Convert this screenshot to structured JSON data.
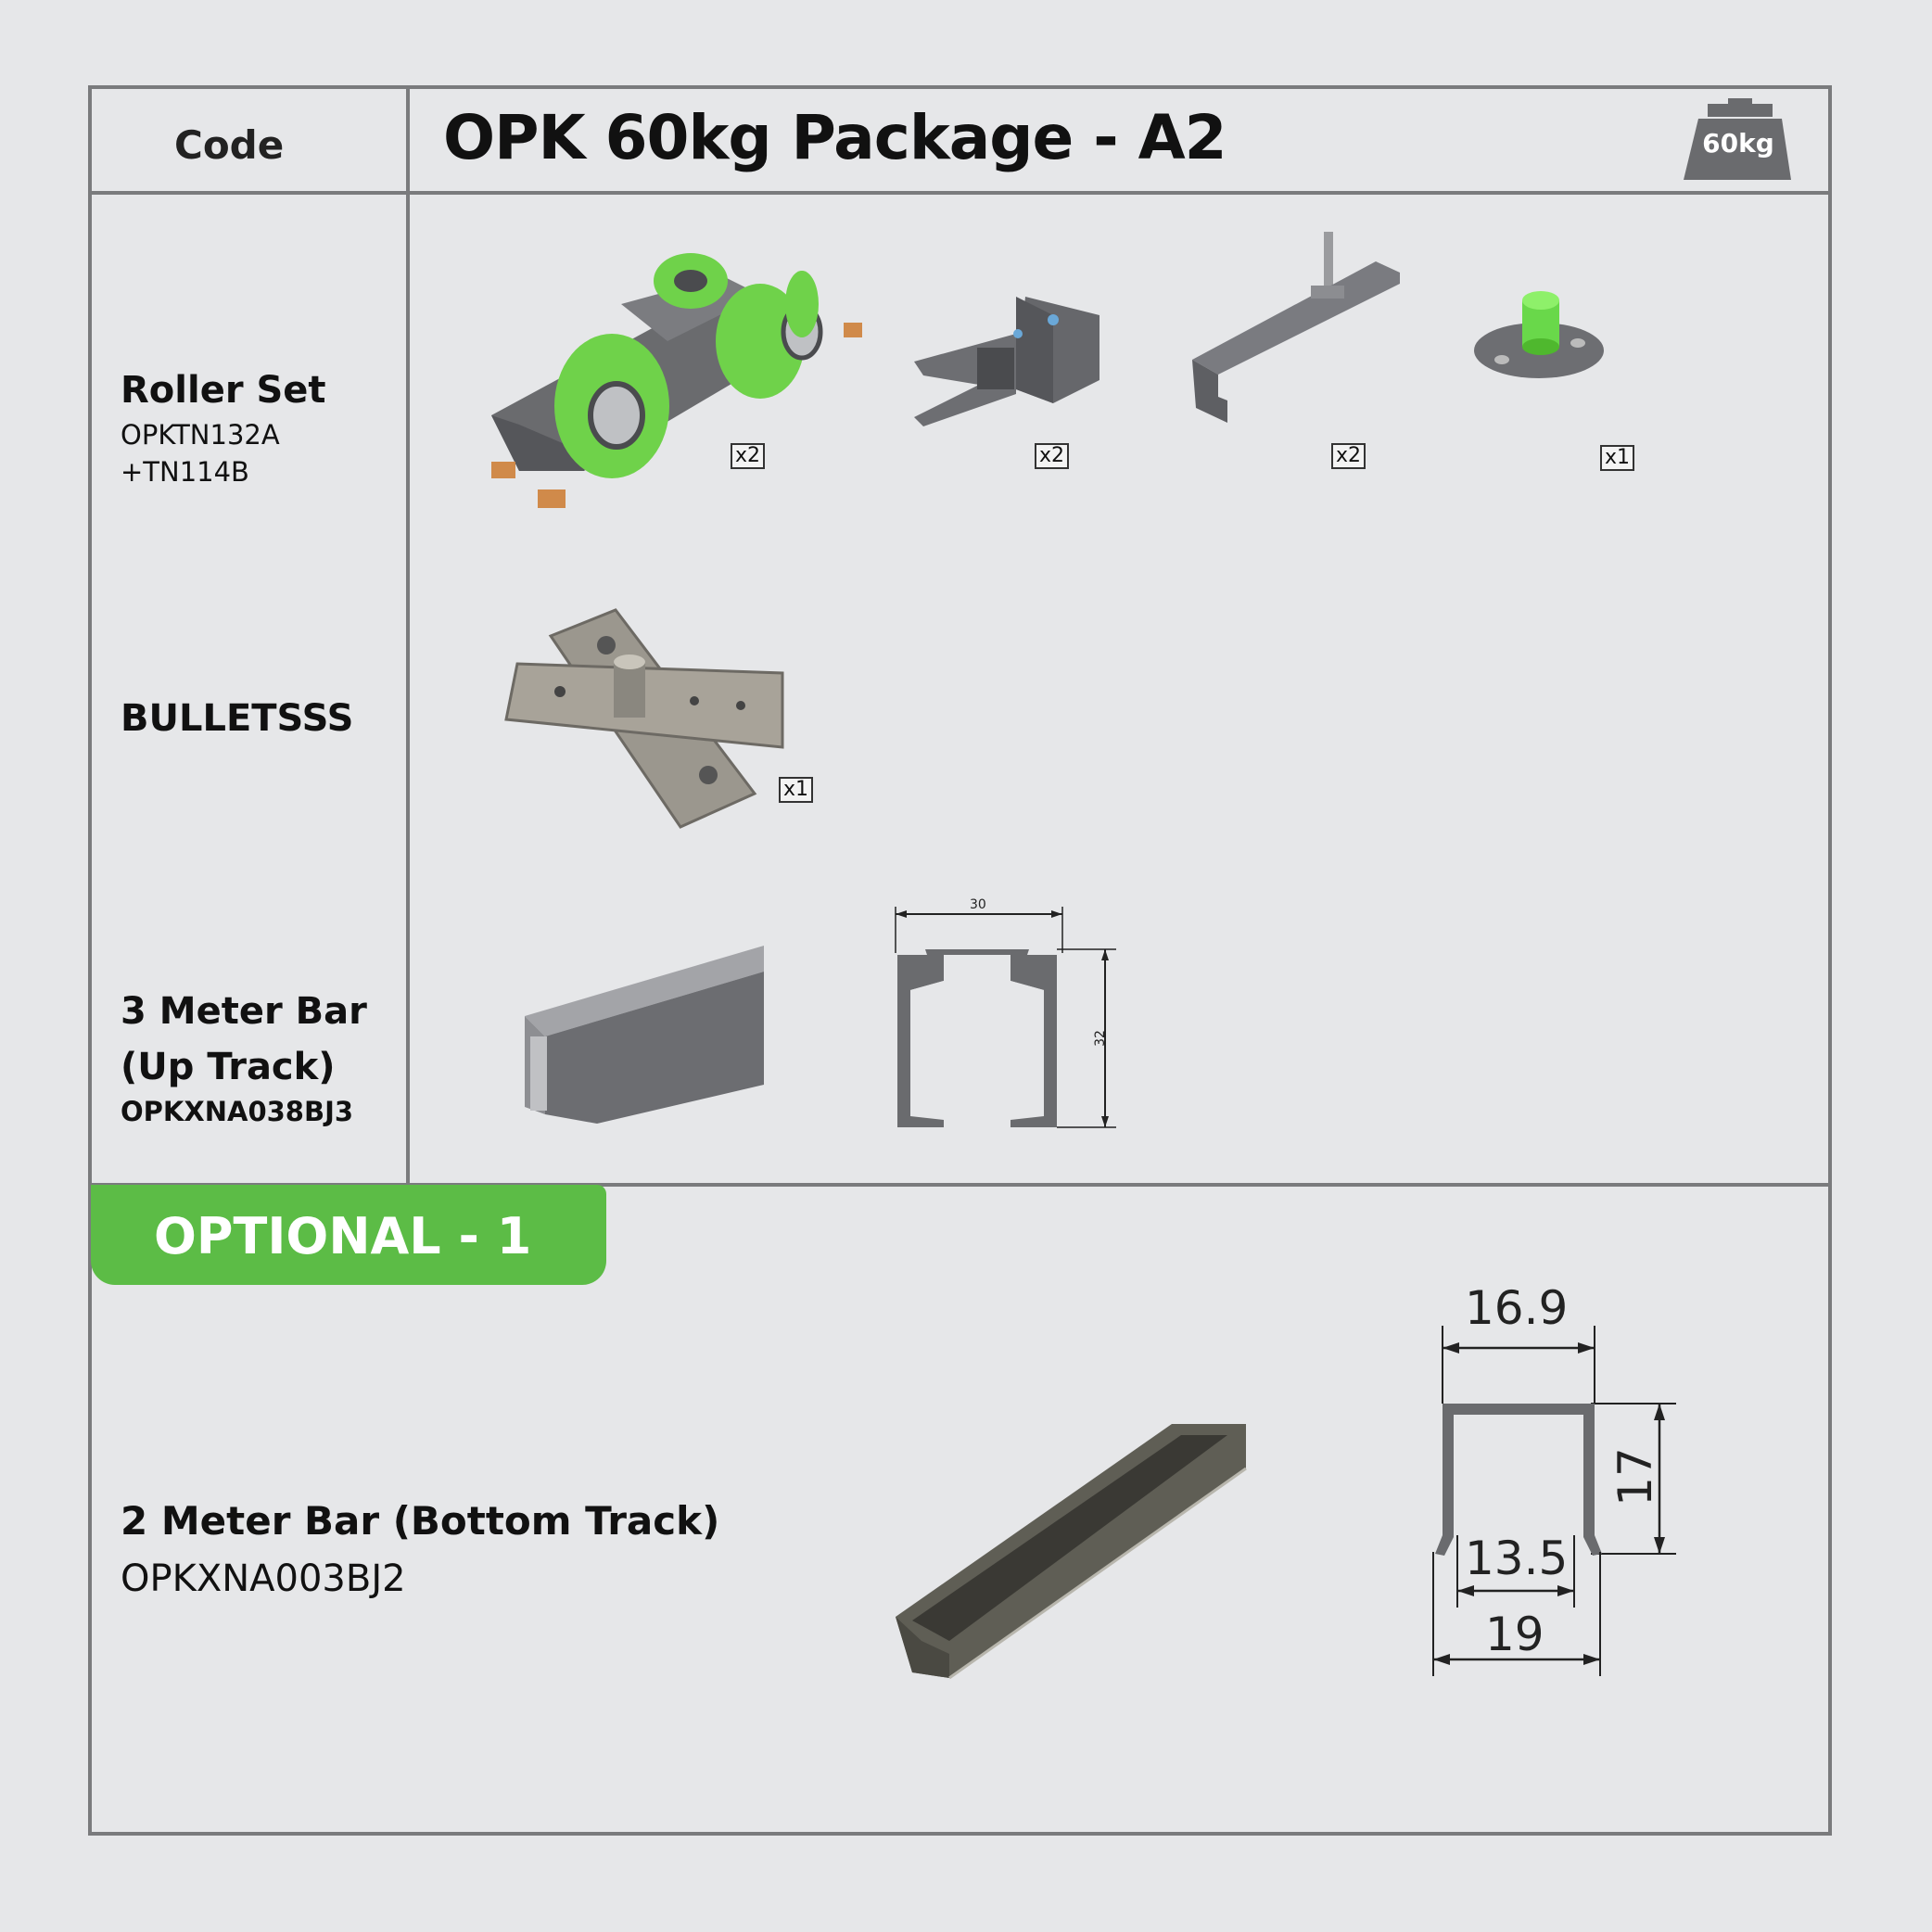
{
  "header": {
    "code_label": "Code",
    "title": "OPK 60kg Package - A2",
    "weight_badge": "60kg"
  },
  "rows": {
    "roller_set": {
      "title": "Roller Set",
      "code_line1": "OPKTN132A",
      "code_line2": "+TN114B",
      "items": [
        {
          "icon": "roller-carriage-icon",
          "qty": "x2"
        },
        {
          "icon": "damper-clip-icon",
          "qty": "x2"
        },
        {
          "icon": "top-bracket-icon",
          "qty": "x2"
        },
        {
          "icon": "floor-guide-icon",
          "qty": "x1"
        }
      ]
    },
    "bullet": {
      "title": "BULLETSSS",
      "items": [
        {
          "icon": "pivot-hinge-icon",
          "qty": "x1"
        }
      ]
    },
    "up_track": {
      "title_line1": "3 Meter Bar",
      "title_line2": "(Up Track)",
      "code": "OPKXNA038BJ3",
      "dimensions": {
        "width": "30",
        "height": "32"
      }
    }
  },
  "optional": {
    "tab_label": "OPTIONAL - 1",
    "title": "2 Meter Bar (Bottom Track)",
    "code": "OPKXNA003BJ2",
    "dimensions": {
      "top_width": "16.9",
      "height": "17",
      "inner_width": "13.5",
      "outer_width": "19"
    }
  },
  "colors": {
    "background": "#e6e7e9",
    "border": "#7a7b7d",
    "accent_green": "#5cbc46",
    "metal_gray": "#6a6b6e"
  }
}
